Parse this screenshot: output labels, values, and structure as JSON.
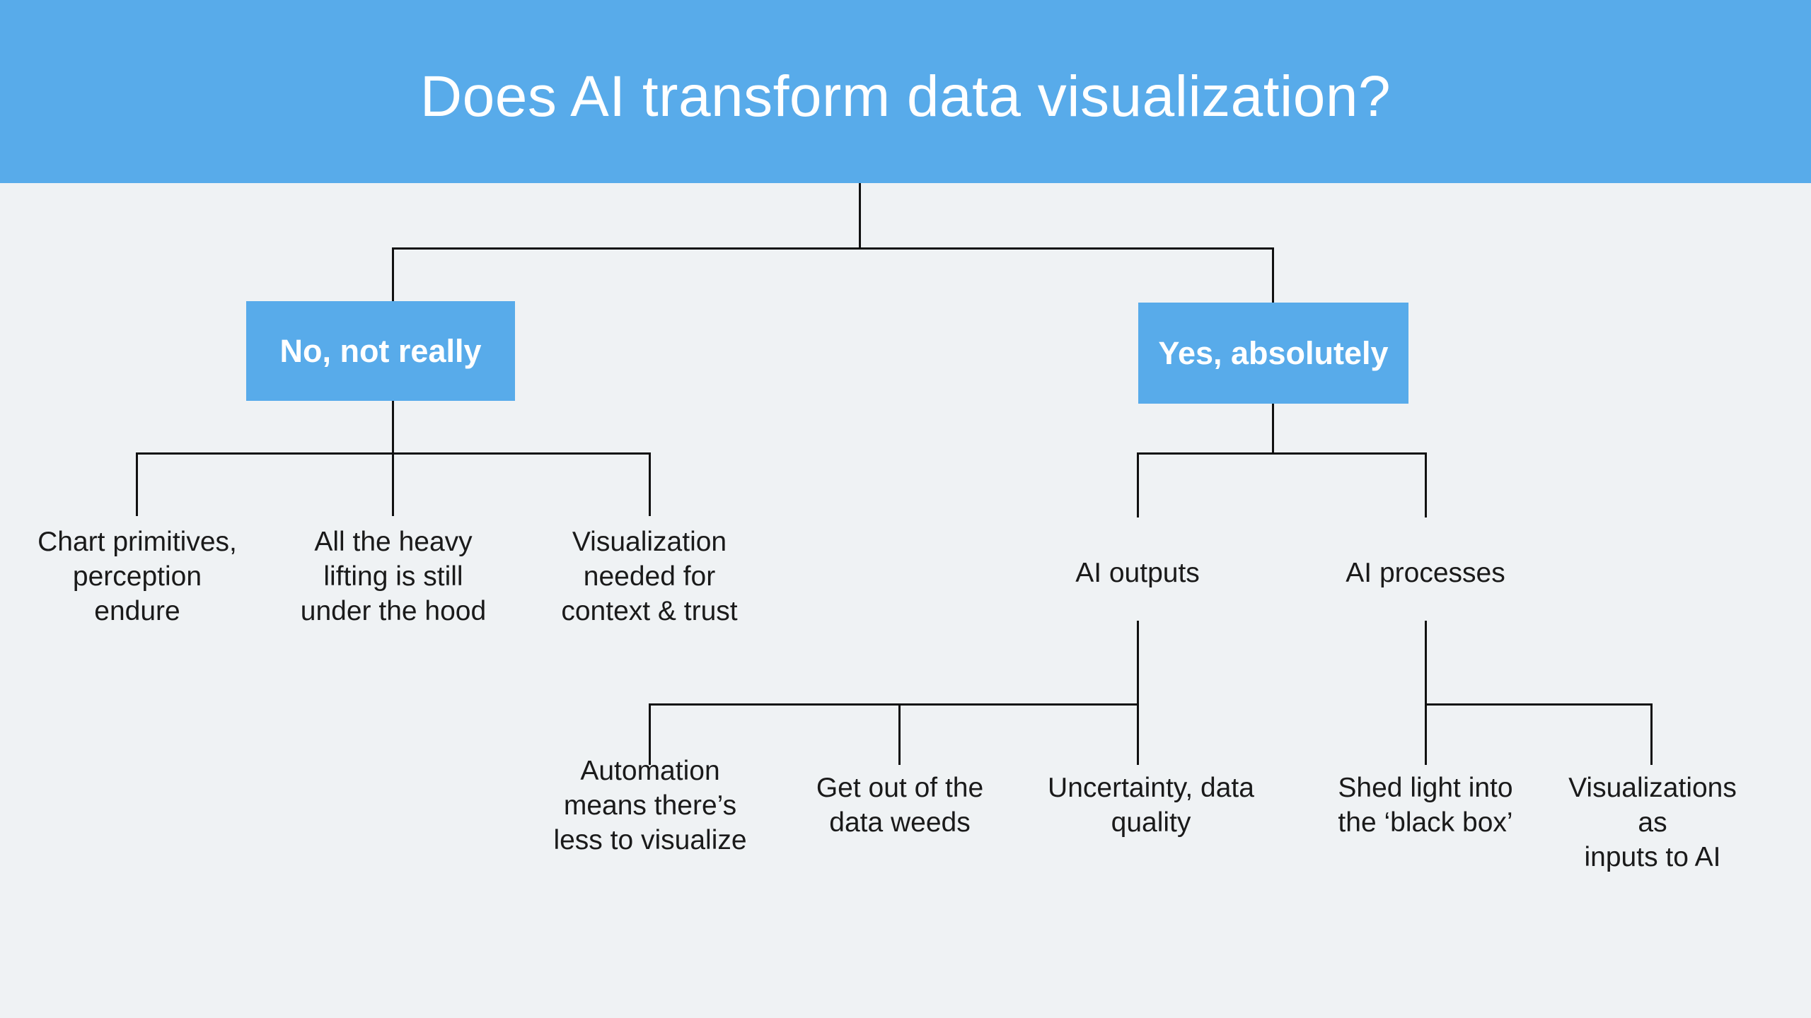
{
  "title": "Does AI transform data visualization?",
  "colors": {
    "banner_blue": "#58ABEA",
    "background": "#EFF2F4",
    "connector_line": "#111111",
    "text": "#1A1A1A",
    "box_text": "#FFFFFF"
  },
  "branch_no": {
    "label": "No, not really",
    "children": [
      {
        "label": "Chart primitives,\nperception\nendure"
      },
      {
        "label": "All the heavy\nlifting is still\nunder the hood"
      },
      {
        "label": "Visualization\nneeded for\ncontext & trust"
      }
    ]
  },
  "branch_yes": {
    "label": "Yes, absolutely",
    "children": [
      {
        "label": "AI outputs",
        "children": [
          {
            "label": "Automation\nmeans there’s\nless to visualize"
          },
          {
            "label": "Get out of the\ndata weeds"
          },
          {
            "label": "Uncertainty, data\nquality"
          }
        ]
      },
      {
        "label": "AI processes",
        "children": [
          {
            "label": "Shed light into\nthe ‘black box’"
          },
          {
            "label": "Visualizations as\ninputs to AI"
          }
        ]
      }
    ]
  }
}
